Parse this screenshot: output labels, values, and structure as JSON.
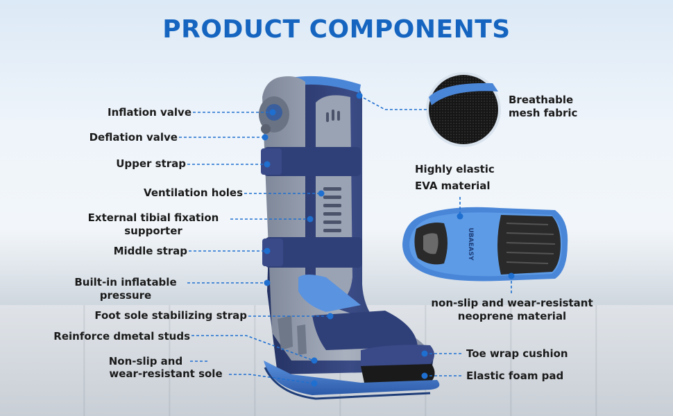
{
  "title": "PRODUCT COMPONENTS",
  "left_labels": {
    "inflation_valve": "Inflation valve",
    "deflation_valve": "Deflation valve",
    "upper_strap": "Upper strap",
    "ventilation_holes": "Ventilation holes",
    "tibial_line1": "External tibial fixation",
    "tibial_line2": "supporter",
    "middle_strap": "Middle strap",
    "inflatable_line1": "Built-in inflatable",
    "inflatable_line2": "pressure",
    "foot_sole_strap": "Foot sole stabilizing strap",
    "metal_studs": "Reinforce dmetal studs",
    "sole_line1": "Non-slip and",
    "sole_line2": "wear-resistant sole"
  },
  "right_labels": {
    "mesh_line1": "Breathable",
    "mesh_line2": "mesh fabric",
    "eva_line1": "Highly elastic",
    "eva_line2": "EVA material",
    "neoprene_line1": "non-slip and wear-resistant",
    "neoprene_line2": "neoprene material",
    "toe_cushion": "Toe wrap cushion",
    "foam_pad": "Elastic foam pad"
  },
  "sole_brand_text": "UBAEASY",
  "colors": {
    "title": "#1565c0",
    "leader_line": "#1e6fd0",
    "boot_shell": "#9aa3b3",
    "boot_liner": "#2e3d6e",
    "accent_blue": "#4a86d8"
  }
}
